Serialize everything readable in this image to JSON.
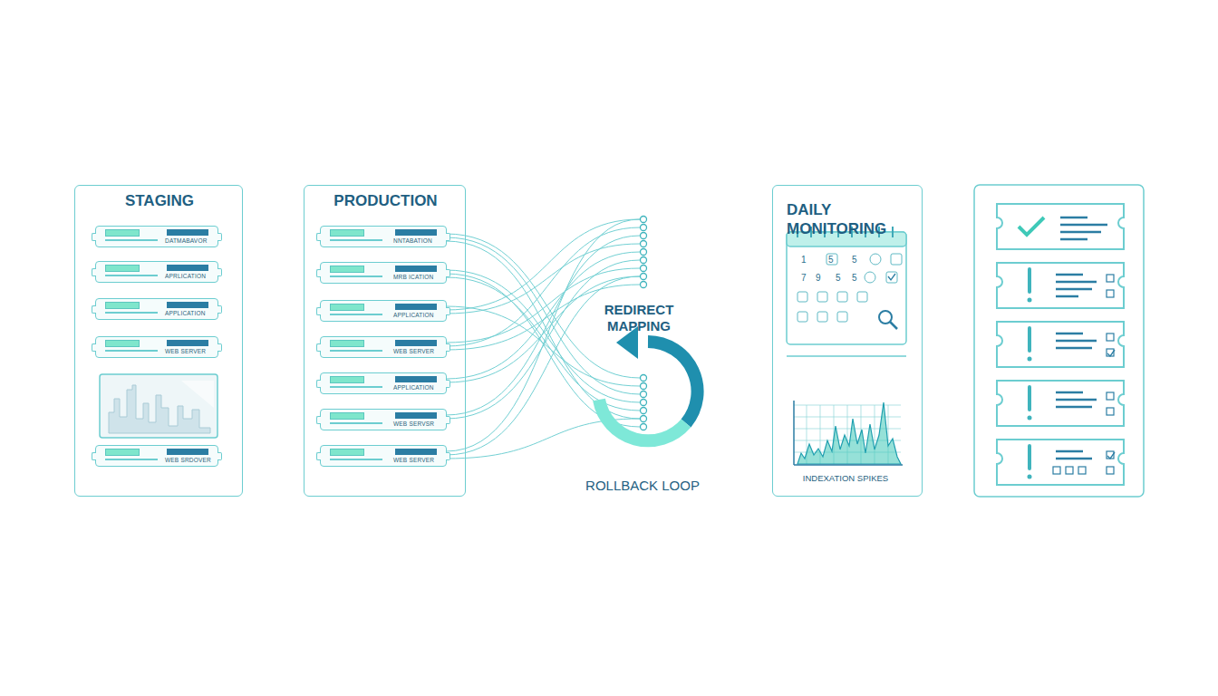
{
  "diagram": {
    "nodes": [
      {
        "text": [
          "STAGING"
        ]
      },
      {
        "text": [
          "DATMABAVOR"
        ],
        "in": 0
      },
      {
        "text": [
          "APRLICATION"
        ],
        "in": 0
      },
      {
        "text": [
          "APPLICATION"
        ],
        "in": 0
      },
      {
        "text": [
          "WEB SERVER"
        ],
        "in": 0
      },
      {
        "text": [
          "WEB SRDOVER"
        ],
        "in": 0
      },
      {
        "text": [
          "PRODUCTION"
        ]
      },
      {
        "text": [
          "NNTABATION"
        ],
        "in": 6
      },
      {
        "text": [
          "MRB ICATION"
        ],
        "in": 6
      },
      {
        "text": [
          "APPLICATION"
        ],
        "in": 6
      },
      {
        "text": [
          "WEB SERVER"
        ],
        "in": 6
      },
      {
        "text": [
          "APPLICATION"
        ],
        "in": 6
      },
      {
        "text": [
          "WEB SERVSR"
        ],
        "in": 6
      },
      {
        "text": [
          "WEB SERVER"
        ],
        "in": 6
      },
      {
        "text": [
          "DAILY MONITORING"
        ]
      }
    ],
    "labels": [
      "REDIRECT MAPPING",
      "ROLLBACK LOOP",
      "INDEXATION SPIKES",
      "1",
      "5",
      "5",
      "7",
      "9",
      "5",
      "5"
    ]
  }
}
